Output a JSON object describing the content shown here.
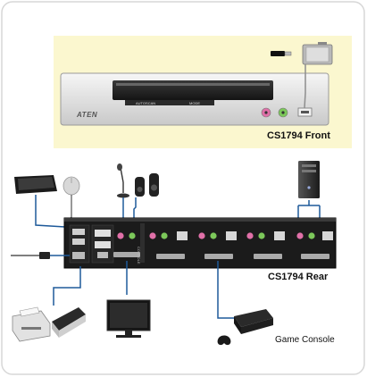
{
  "front_panel": {
    "title": "CS1794 Front",
    "brand": "ATEN",
    "button_autoscan": "AUTOSCAN",
    "button_mode": "MODE"
  },
  "rear_panel": {
    "title": "CS1794 Rear",
    "console_label": "CONSOLE"
  },
  "labels": {
    "game_console": "Game Console"
  },
  "colors": {
    "front_bg": "#fbf7cf",
    "chassis_dark": "#1e1e1e",
    "audio_pink": "#e070a8",
    "audio_green": "#7cc85a",
    "cable_blue": "#1e5a9a"
  }
}
